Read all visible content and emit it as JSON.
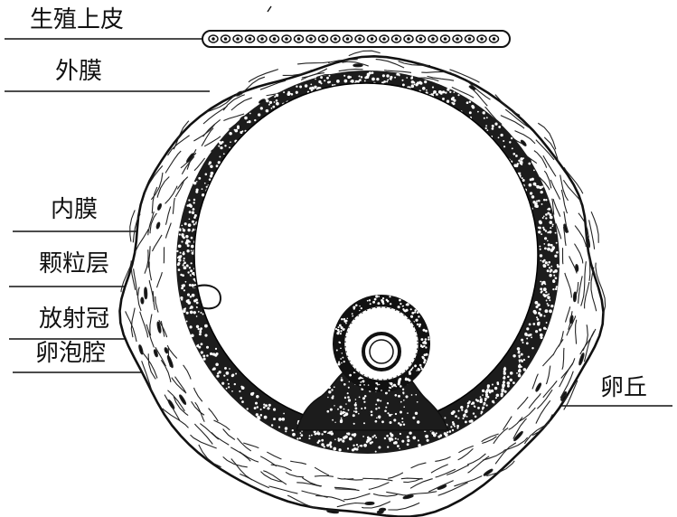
{
  "labels": {
    "germinal_epithelium": "生殖上皮",
    "theca_externa": "外膜",
    "theca_interna": "内膜",
    "granulosa_layer": "颗粒层",
    "corona_radiata": "放射冠",
    "follicular_antrum": "卵泡腔",
    "cumulus_oophorus": "卵丘"
  },
  "colors": {
    "ink": "#111111",
    "paper": "#ffffff"
  }
}
